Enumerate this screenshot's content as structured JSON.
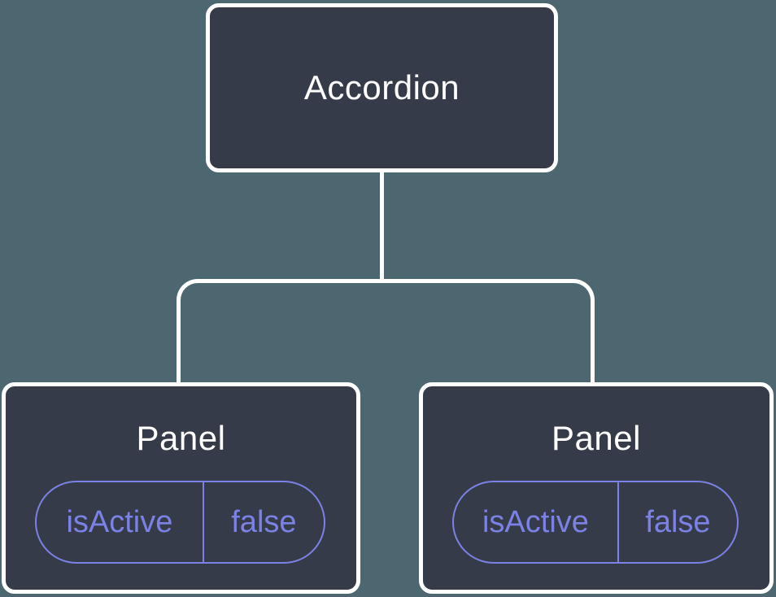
{
  "colors": {
    "background": "#4C6770",
    "node_fill": "#353B48",
    "node_border": "#FFFFFF",
    "connector": "#FFFFFF",
    "node_text": "#FFFFFF",
    "state_accent": "#7C82E5"
  },
  "tree": {
    "root": {
      "label": "Accordion"
    },
    "children": [
      {
        "label": "Panel",
        "state": {
          "key": "isActive",
          "value": "false"
        }
      },
      {
        "label": "Panel",
        "state": {
          "key": "isActive",
          "value": "false"
        }
      }
    ]
  }
}
